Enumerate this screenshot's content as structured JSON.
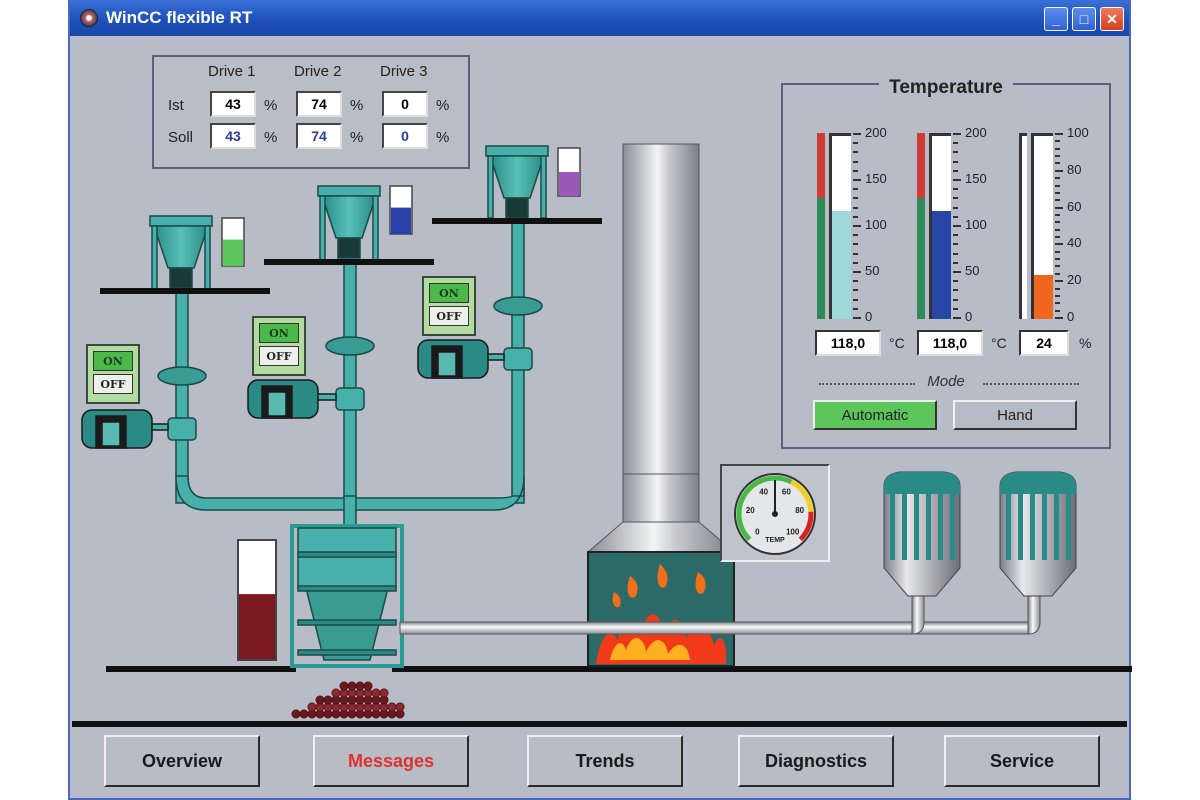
{
  "window": {
    "title": "WinCC flexible RT",
    "controls": {
      "minimize": "_",
      "maximize": "□",
      "close": "✕"
    }
  },
  "drives": {
    "headers": [
      "Drive 1",
      "Drive 2",
      "Drive 3"
    ],
    "row_labels": {
      "actual": "Ist",
      "setpoint": "Soll"
    },
    "unit": "%",
    "actual": [
      "43",
      "74",
      "0"
    ],
    "setpoint": [
      "43",
      "74",
      "0"
    ]
  },
  "hoppers": [
    {
      "name": "hopper-1",
      "level_fraction": 0.55,
      "color": "#5cc65c",
      "switch": {
        "on": "ON",
        "off": "OFF"
      }
    },
    {
      "name": "hopper-2",
      "level_fraction": 0.55,
      "color": "#2840a8",
      "switch": {
        "on": "ON",
        "off": "OFF"
      }
    },
    {
      "name": "hopper-3",
      "level_fraction": 0.5,
      "color": "#9a58b8",
      "switch": {
        "on": "ON",
        "off": "OFF"
      }
    }
  ],
  "mixer_level": {
    "level_fraction": 0.55,
    "color": "#7a1a1e"
  },
  "temperature": {
    "title": "Temperature",
    "gauges": [
      {
        "name": "temp-1",
        "min": 0,
        "max": 200,
        "value": 118.0,
        "display": "118,0",
        "unit": "°C",
        "fill": "#9fd8d8",
        "limit_high": 130,
        "ticks": [
          "200",
          "150",
          "100",
          "50",
          "0"
        ]
      },
      {
        "name": "temp-2",
        "min": 0,
        "max": 200,
        "value": 118.0,
        "display": "118,0",
        "unit": "°C",
        "fill": "#2846a6",
        "limit_high": 130,
        "ticks": [
          "200",
          "150",
          "100",
          "50",
          "0"
        ]
      },
      {
        "name": "level-3",
        "min": 0,
        "max": 100,
        "value": 24,
        "display": "24",
        "unit": "%",
        "fill": "#f0661e",
        "limit_high": null,
        "ticks": [
          "100",
          "80",
          "60",
          "40",
          "20",
          "0"
        ]
      }
    ],
    "mode_label": "Mode",
    "mode_buttons": {
      "automatic": "Automatic",
      "hand": "Hand"
    },
    "active_mode": "automatic"
  },
  "dial_gauge": {
    "labels": [
      "0",
      "20",
      "40",
      "60",
      "80",
      "100"
    ],
    "caption": "TEMP",
    "value": 50
  },
  "nav": {
    "buttons": [
      "Overview",
      "Messages",
      "Trends",
      "Diagnostics",
      "Service"
    ],
    "active_index": 1
  }
}
